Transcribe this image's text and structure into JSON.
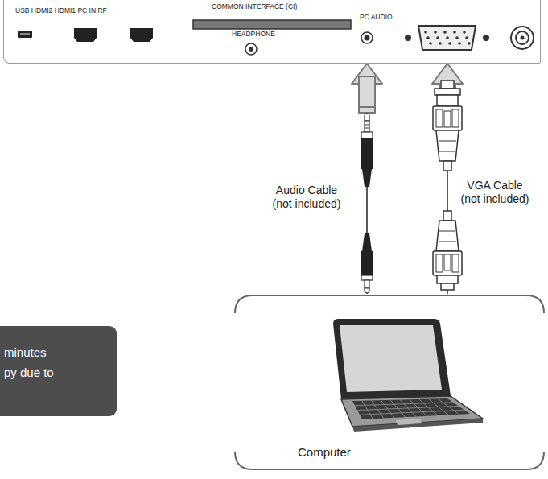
{
  "diagram": {
    "nodes": [
      {
        "text": [
          "USB HDMI2 HDMI1 PC IN RF",
          "COMMON INTERFACE (CI)",
          "HEADPHONE",
          "PC AUDIO"
        ]
      },
      {
        "text": [
          "Computer"
        ]
      },
      {
        "text": [
          "minutes",
          "py due to"
        ]
      }
    ],
    "edges": [
      {
        "from": 1,
        "to": 0,
        "arrow": "to",
        "label": "Audio Cable (not included)"
      },
      {
        "from": 1,
        "to": 0,
        "arrow": "to",
        "label": "VGA Cable (not included)"
      }
    ]
  }
}
